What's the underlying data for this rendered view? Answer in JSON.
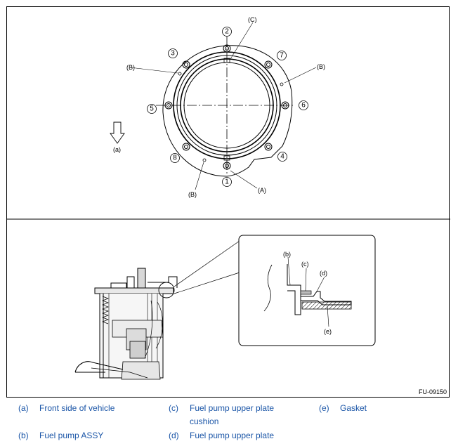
{
  "figure": {
    "code": "FU-09150",
    "top_labels": {
      "a": "(a)",
      "A": "(A)",
      "B": "(B)",
      "C": "(C)"
    },
    "bolt_numbers": [
      "1",
      "2",
      "3",
      "4",
      "5",
      "6",
      "7",
      "8"
    ],
    "detail_labels": {
      "b": "(b)",
      "c": "(c)",
      "d": "(d)",
      "e": "(e)"
    }
  },
  "legend": {
    "color": "#1a55a7",
    "items": [
      {
        "key": "(a)",
        "text": "Front side of vehicle"
      },
      {
        "key": "(b)",
        "text": "Fuel pump ASSY"
      },
      {
        "key": "(c)",
        "text": "Fuel pump upper plate cushion"
      },
      {
        "key": "(d)",
        "text": "Fuel pump upper plate"
      },
      {
        "key": "(e)",
        "text": "Gasket"
      }
    ]
  }
}
